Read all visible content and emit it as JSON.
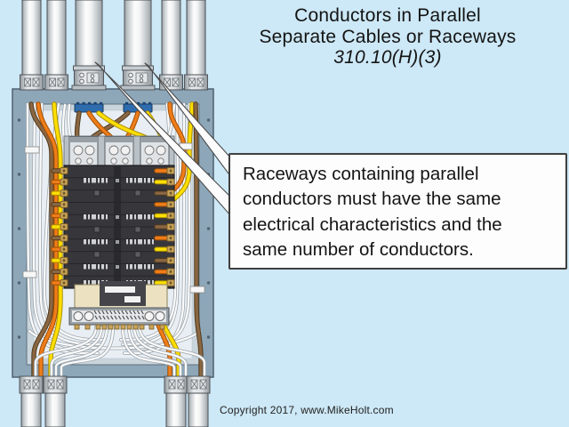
{
  "title": {
    "line1": "Conductors in Parallel",
    "line2": "Separate Cables or Raceways",
    "line3": "310.10(H)(3)"
  },
  "callout": {
    "lines": [
      "Raceways containing parallel",
      "conductors must have the same",
      "electrical characteristics and the",
      "same number of conductors."
    ]
  },
  "copyright": "Copyright 2017, www.MikeHolt.com",
  "palette": {
    "bg": "#cde8f6",
    "frame": "#8da7b9",
    "interior": "#e8eef3",
    "wire-brown": "#8a6742",
    "wire-orange": "#ee7d19",
    "wire-yellow": "#ffdf00",
    "wire-white": "#fbfbfb",
    "bushing": "#2e6cae",
    "brass": "#c9a45a",
    "breaker": "#37373b",
    "beige": "#ece2c2",
    "callout-border": "#3f3f3f",
    "text": "#141414"
  }
}
